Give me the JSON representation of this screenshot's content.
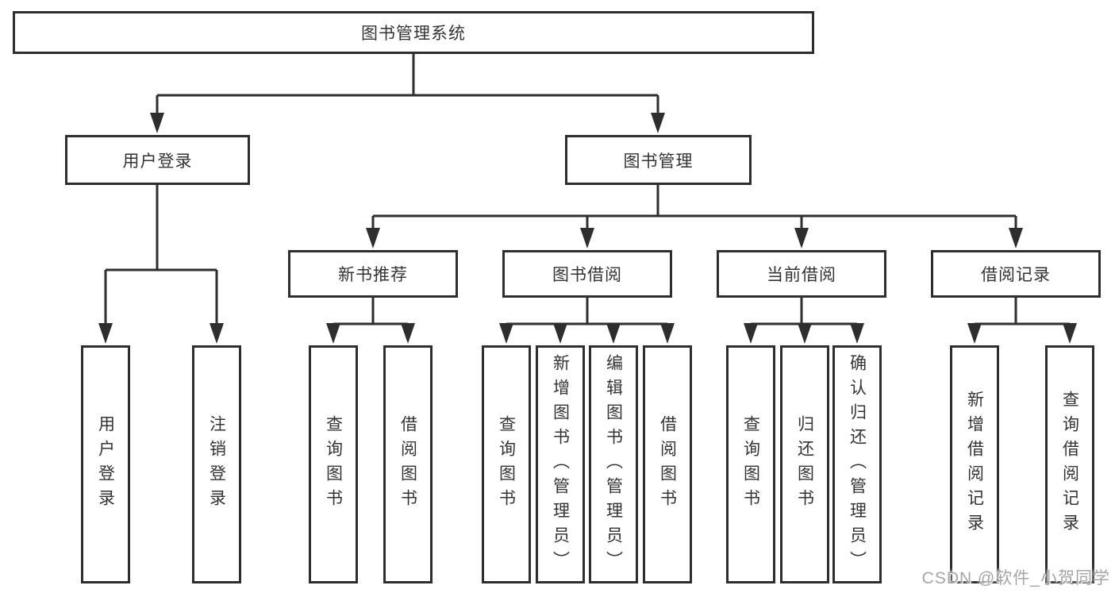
{
  "root": {
    "label": "图书管理系统"
  },
  "branches": {
    "user_login": {
      "label": "用户登录"
    },
    "book_management": {
      "label": "图书管理"
    }
  },
  "modules": {
    "new_book_recommend": {
      "label": "新书推荐"
    },
    "book_borrowing": {
      "label": "图书借阅"
    },
    "current_borrowing": {
      "label": "当前借阅"
    },
    "borrowing_records": {
      "label": "借阅记录"
    }
  },
  "functions": {
    "user_login": "用户登录",
    "logout_login": "注销登录",
    "recommend_query_books": "查询图书",
    "recommend_borrow_books": "借阅图书",
    "borrowing_query_books": "查询图书",
    "borrowing_add_books": "新增图书（管理员）",
    "borrowing_edit_books": "编辑图书（管理员）",
    "borrowing_borrow_books": "借阅图书",
    "current_query_books": "查询图书",
    "current_return_books": "归还图书",
    "current_confirm_return": "确认归还（管理员）",
    "records_add_record": "新增借阅记录",
    "records_query_record": "查询借阅记录"
  },
  "watermark": "CSDN @软件_小贺同学",
  "colors": {
    "line": "#2e2e2e",
    "box_border": "#2e2e2e",
    "box_fill": "#ffffff",
    "text": "#333333",
    "watermark": "#a5a5a5"
  }
}
